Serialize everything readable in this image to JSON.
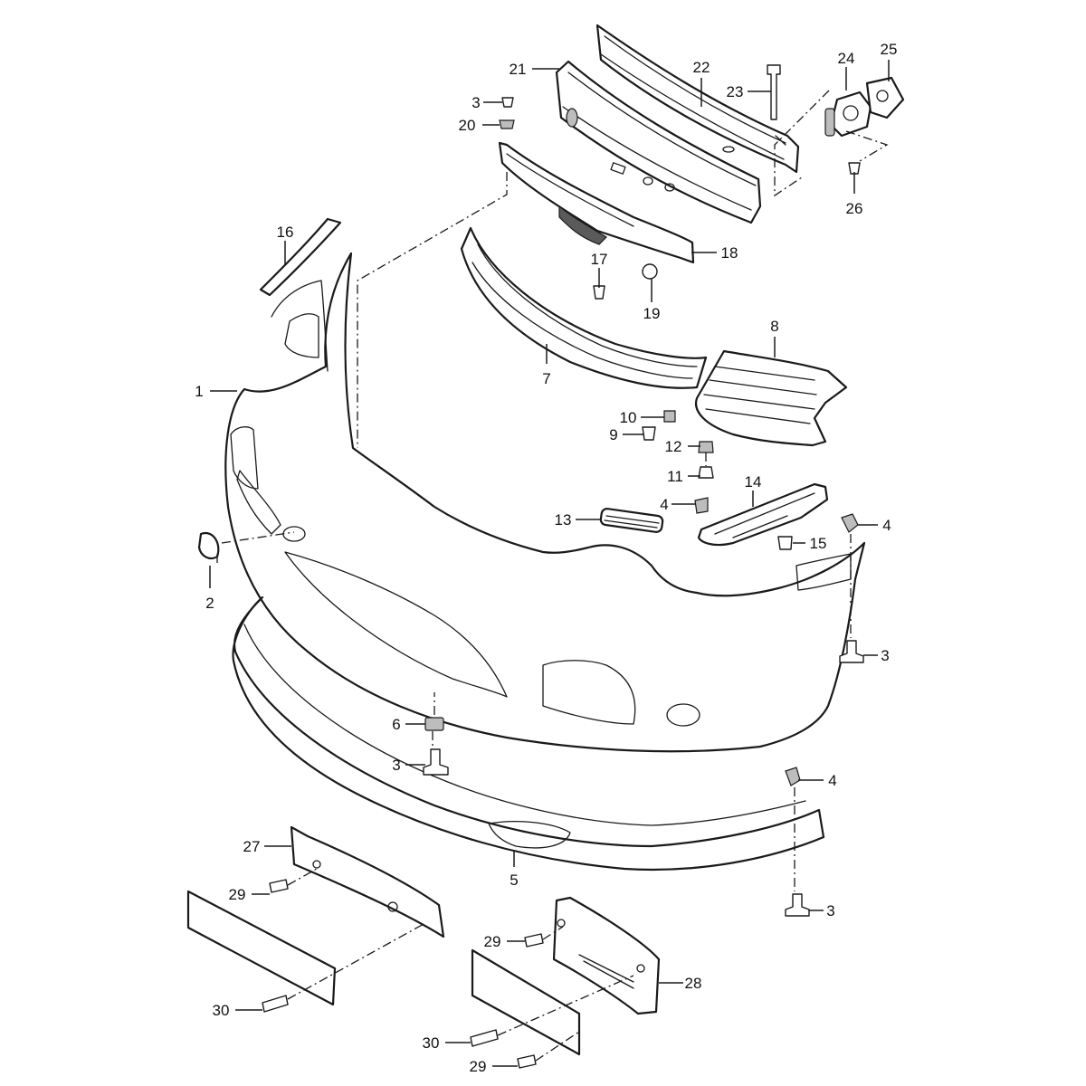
{
  "callouts": [
    {
      "id": "1",
      "label": "1"
    },
    {
      "id": "2",
      "label": "2"
    },
    {
      "id": "3a",
      "label": "3"
    },
    {
      "id": "3b",
      "label": "3"
    },
    {
      "id": "3c",
      "label": "3"
    },
    {
      "id": "3d",
      "label": "3"
    },
    {
      "id": "4a",
      "label": "4"
    },
    {
      "id": "4b",
      "label": "4"
    },
    {
      "id": "4c",
      "label": "4"
    },
    {
      "id": "5",
      "label": "5"
    },
    {
      "id": "6",
      "label": "6"
    },
    {
      "id": "7",
      "label": "7"
    },
    {
      "id": "8",
      "label": "8"
    },
    {
      "id": "9",
      "label": "9"
    },
    {
      "id": "10",
      "label": "10"
    },
    {
      "id": "11",
      "label": "11"
    },
    {
      "id": "12",
      "label": "12"
    },
    {
      "id": "13",
      "label": "13"
    },
    {
      "id": "14",
      "label": "14"
    },
    {
      "id": "15",
      "label": "15"
    },
    {
      "id": "16",
      "label": "16"
    },
    {
      "id": "17",
      "label": "17"
    },
    {
      "id": "18",
      "label": "18"
    },
    {
      "id": "19",
      "label": "19"
    },
    {
      "id": "20",
      "label": "20"
    },
    {
      "id": "21",
      "label": "21"
    },
    {
      "id": "22",
      "label": "22"
    },
    {
      "id": "23",
      "label": "23"
    },
    {
      "id": "24",
      "label": "24"
    },
    {
      "id": "25",
      "label": "25"
    },
    {
      "id": "26",
      "label": "26"
    },
    {
      "id": "27",
      "label": "27"
    },
    {
      "id": "28",
      "label": "28"
    },
    {
      "id": "29a",
      "label": "29"
    },
    {
      "id": "29b",
      "label": "29"
    },
    {
      "id": "29c",
      "label": "29"
    },
    {
      "id": "30a",
      "label": "30"
    },
    {
      "id": "30b",
      "label": "30"
    }
  ]
}
